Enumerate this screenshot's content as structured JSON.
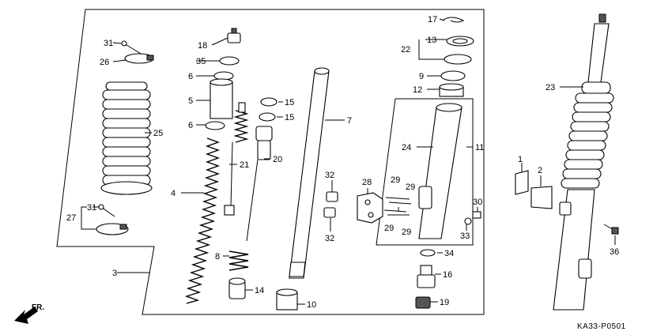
{
  "diagram_code": "KA33-P0501",
  "direction_label": "FR.",
  "labels": [
    {
      "id": "l1",
      "text": "1"
    },
    {
      "id": "l2",
      "text": "2"
    },
    {
      "id": "l3",
      "text": "3"
    },
    {
      "id": "l4",
      "text": "4"
    },
    {
      "id": "l5",
      "text": "5"
    },
    {
      "id": "l6a",
      "text": "6"
    },
    {
      "id": "l6b",
      "text": "6"
    },
    {
      "id": "l7",
      "text": "7"
    },
    {
      "id": "l8",
      "text": "8"
    },
    {
      "id": "l9",
      "text": "9"
    },
    {
      "id": "l10",
      "text": "10"
    },
    {
      "id": "l11",
      "text": "11"
    },
    {
      "id": "l12",
      "text": "12"
    },
    {
      "id": "l13",
      "text": "13"
    },
    {
      "id": "l14",
      "text": "14"
    },
    {
      "id": "l15a",
      "text": "15"
    },
    {
      "id": "l15b",
      "text": "15"
    },
    {
      "id": "l16",
      "text": "16"
    },
    {
      "id": "l17",
      "text": "17"
    },
    {
      "id": "l18",
      "text": "18"
    },
    {
      "id": "l19",
      "text": "19"
    },
    {
      "id": "l20",
      "text": "20"
    },
    {
      "id": "l21",
      "text": "21"
    },
    {
      "id": "l22",
      "text": "22"
    },
    {
      "id": "l23",
      "text": "23"
    },
    {
      "id": "l24",
      "text": "24"
    },
    {
      "id": "l25",
      "text": "25"
    },
    {
      "id": "l26",
      "text": "26"
    },
    {
      "id": "l27",
      "text": "27"
    },
    {
      "id": "l28",
      "text": "28"
    },
    {
      "id": "l29a",
      "text": "29"
    },
    {
      "id": "l29b",
      "text": "29"
    },
    {
      "id": "l29c",
      "text": "29"
    },
    {
      "id": "l29d",
      "text": "29"
    },
    {
      "id": "l30",
      "text": "30"
    },
    {
      "id": "l31a",
      "text": "31"
    },
    {
      "id": "l31b",
      "text": "31"
    },
    {
      "id": "l32a",
      "text": "32"
    },
    {
      "id": "l32b",
      "text": "32"
    },
    {
      "id": "l33",
      "text": "33"
    },
    {
      "id": "l34",
      "text": "34"
    },
    {
      "id": "l35",
      "text": "35"
    },
    {
      "id": "l36",
      "text": "36"
    }
  ]
}
